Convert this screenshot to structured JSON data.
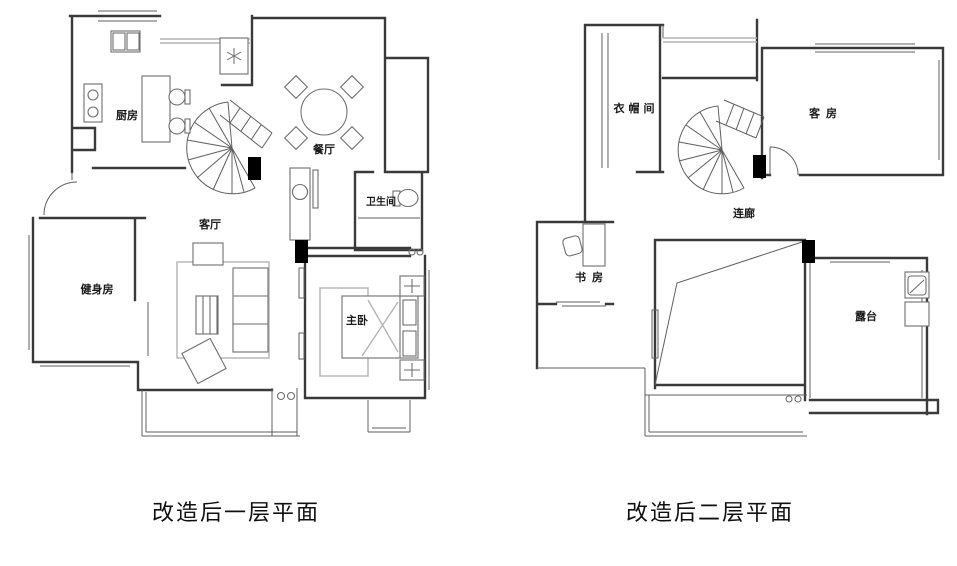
{
  "colors": {
    "background": "#ffffff",
    "wall": "#3a3a3a",
    "furniture": "#6e6e6e",
    "light_gray": "#b4b4b4",
    "column_fill": "#000000",
    "text": "#1b1b1b"
  },
  "plans": {
    "first_floor": {
      "caption": "改造后一层平面",
      "rooms": {
        "kitchen": "厨房",
        "dining_room": "餐厅",
        "living_room": "客厅",
        "bathroom": "卫生间",
        "gym": "健身房",
        "master_bedroom": "主卧"
      }
    },
    "second_floor": {
      "caption": "改造后二层平面",
      "rooms": {
        "cloakroom": "衣帽间",
        "guest_room": "客房",
        "corridor": "连廊",
        "study": "书房",
        "terrace": "露台"
      }
    }
  }
}
